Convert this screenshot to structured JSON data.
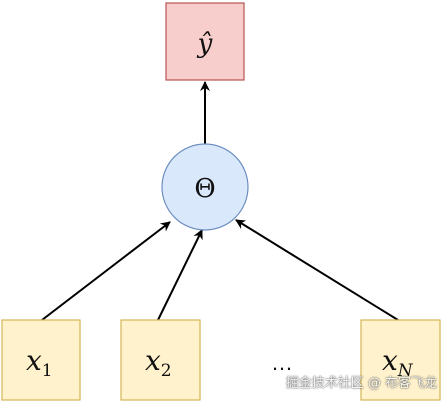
{
  "diagram": {
    "output_node": {
      "label": "ŷ",
      "fill": "#f8cecc",
      "stroke": "#b85450"
    },
    "hidden_node": {
      "label": "Θ",
      "fill": "#dae8fc",
      "stroke": "#6c8ebf"
    },
    "input_nodes": [
      {
        "base": "x",
        "sub": "1"
      },
      {
        "base": "x",
        "sub": "2"
      },
      {
        "base": "x",
        "sub": "N"
      }
    ],
    "input_fill": "#fff2cc",
    "input_stroke": "#d6b656",
    "ellipsis": "…",
    "watermark": "掘金技术社区 @ 布客飞龙"
  }
}
